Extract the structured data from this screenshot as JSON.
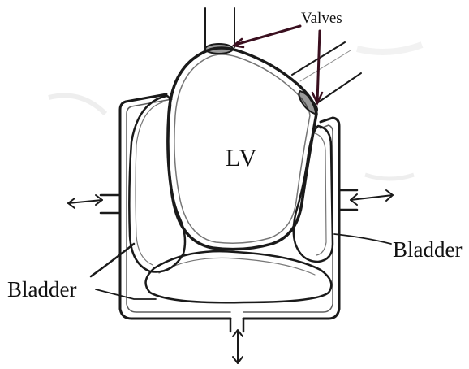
{
  "labels": {
    "valves": "Valves",
    "lv": "LV",
    "bladder_right": "Bladder",
    "bladder_left": "Bladder"
  },
  "colors": {
    "ink": "#1a1a1a",
    "pencil": "#6a6a6a",
    "valve_arrow": "#3a0f1f"
  }
}
